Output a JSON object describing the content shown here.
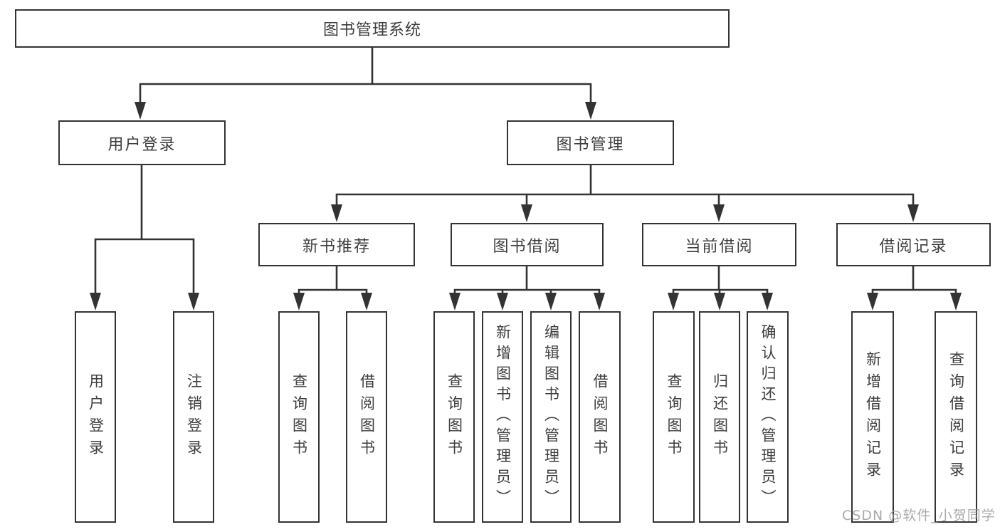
{
  "diagram_title": "图书管理系统",
  "tree": {
    "label": "图书管理系统",
    "children": [
      {
        "label": "用户登录",
        "children": [
          {
            "label": "用户登录"
          },
          {
            "label": "注销登录"
          }
        ]
      },
      {
        "label": "图书管理",
        "children": [
          {
            "label": "新书推荐",
            "children": [
              {
                "label": "查询图书"
              },
              {
                "label": "借阅图书"
              }
            ]
          },
          {
            "label": "图书借阅",
            "children": [
              {
                "label": "查询图书"
              },
              {
                "label": "新增图书（管理员）"
              },
              {
                "label": "编辑图书（管理员）"
              },
              {
                "label": "借阅图书"
              }
            ]
          },
          {
            "label": "当前借阅",
            "children": [
              {
                "label": "查询图书"
              },
              {
                "label": "归还图书"
              },
              {
                "label": "确认归还（管理员）"
              }
            ]
          },
          {
            "label": "借阅记录",
            "children": [
              {
                "label": "新增借阅记录"
              },
              {
                "label": "查询借阅记录"
              }
            ]
          }
        ]
      }
    ]
  },
  "watermark": {
    "text": "CSDN @软件_小贺同学"
  },
  "colors": {
    "line": "#333333",
    "box_border": "#333333",
    "box_background": "#ffffff",
    "text": "#3d3d3d",
    "watermark": "#9c9c9c",
    "page_background": "#ffffff"
  }
}
